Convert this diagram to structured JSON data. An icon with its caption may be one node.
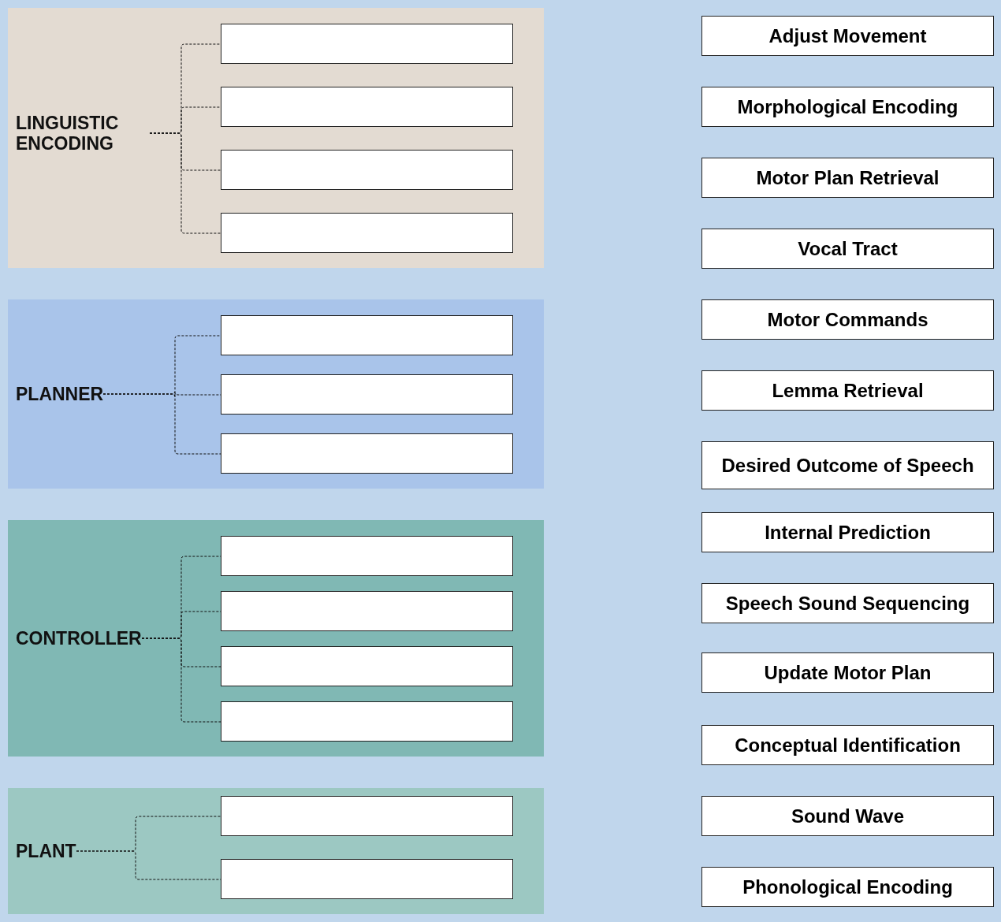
{
  "diagram": {
    "nodes": [
      {
        "text": [],
        "shape": "box"
      },
      {
        "text": [
          "LINGUISTIC ENCODING"
        ],
        "in": 0
      },
      {
        "text": [],
        "shape": "box",
        "in": 0
      },
      {
        "text": [],
        "shape": "box",
        "in": 0
      },
      {
        "text": [],
        "shape": "box",
        "in": 0
      },
      {
        "text": [],
        "shape": "box",
        "in": 0
      },
      {
        "text": [],
        "shape": "box"
      },
      {
        "text": [
          "PLANNER"
        ],
        "in": 6
      },
      {
        "text": [],
        "shape": "box",
        "in": 6
      },
      {
        "text": [],
        "shape": "box",
        "in": 6
      },
      {
        "text": [],
        "shape": "box",
        "in": 6
      },
      {
        "text": [],
        "shape": "box"
      },
      {
        "text": [
          "CONTROLLER"
        ],
        "in": 11
      },
      {
        "text": [],
        "shape": "box",
        "in": 11
      },
      {
        "text": [],
        "shape": "box",
        "in": 11
      },
      {
        "text": [],
        "shape": "box",
        "in": 11
      },
      {
        "text": [],
        "shape": "box",
        "in": 11
      },
      {
        "text": [],
        "shape": "box"
      },
      {
        "text": [
          "PLANT"
        ],
        "in": 17
      },
      {
        "text": [],
        "shape": "box",
        "in": 17
      },
      {
        "text": [],
        "shape": "box",
        "in": 17
      },
      {
        "text": [
          "Adjust Movement"
        ]
      },
      {
        "text": [
          "Morphological Encoding"
        ]
      },
      {
        "text": [
          "Motor Plan Retrieval"
        ]
      },
      {
        "text": [
          "Vocal Tract"
        ]
      },
      {
        "text": [
          "Motor Commands"
        ]
      },
      {
        "text": [
          "Lemma Retrieval"
        ]
      },
      {
        "text": [
          "Desired Outcome of Speech"
        ]
      },
      {
        "text": [
          "Internal Prediction"
        ]
      },
      {
        "text": [
          "Speech Sound Sequencing"
        ]
      },
      {
        "text": [
          "Update Motor Plan"
        ]
      },
      {
        "text": [
          "Conceptual Identification"
        ]
      },
      {
        "text": [
          "Sound Wave"
        ]
      },
      {
        "text": [
          "Phonological Encoding"
        ]
      }
    ],
    "edges": [
      {
        "from": 1,
        "to": 2,
        "arrow": "none",
        "style": "dashed"
      },
      {
        "from": 1,
        "to": 3,
        "arrow": "none",
        "style": "dashed"
      },
      {
        "from": 1,
        "to": 4,
        "arrow": "none",
        "style": "dashed"
      },
      {
        "from": 1,
        "to": 5,
        "arrow": "none",
        "style": "dashed"
      },
      {
        "from": 7,
        "to": 8,
        "arrow": "none",
        "style": "dashed"
      },
      {
        "from": 7,
        "to": 9,
        "arrow": "none",
        "style": "dashed"
      },
      {
        "from": 7,
        "to": 10,
        "arrow": "none",
        "style": "dashed"
      },
      {
        "from": 12,
        "to": 13,
        "arrow": "none",
        "style": "dashed"
      },
      {
        "from": 12,
        "to": 14,
        "arrow": "none",
        "style": "dashed"
      },
      {
        "from": 12,
        "to": 15,
        "arrow": "none",
        "style": "dashed"
      },
      {
        "from": 12,
        "to": 16,
        "arrow": "none",
        "style": "dashed"
      },
      {
        "from": 18,
        "to": 19,
        "arrow": "none",
        "style": "dashed"
      },
      {
        "from": 18,
        "to": 20,
        "arrow": "none",
        "style": "dashed"
      }
    ]
  }
}
